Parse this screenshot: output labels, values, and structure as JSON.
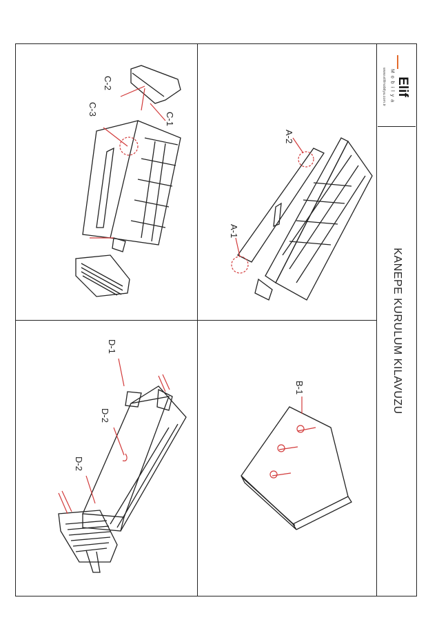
{
  "header": {
    "title": "KANEPE KURULUM KILAVUZU",
    "brand": "Elif",
    "brand_sub": "Mobilya",
    "brand_url": "www.elifmobilya.com.tr"
  },
  "colors": {
    "line": "#222222",
    "callout": "#d23a3a",
    "accent": "#e36b2c"
  },
  "panels": {
    "a_labels": [
      "A-1",
      "A-2"
    ],
    "b_labels": [
      "B-1"
    ],
    "c_labels": [
      "C-1",
      "C-2",
      "C-3"
    ],
    "d_labels": [
      "D-1",
      "D-2",
      "D-2"
    ]
  }
}
